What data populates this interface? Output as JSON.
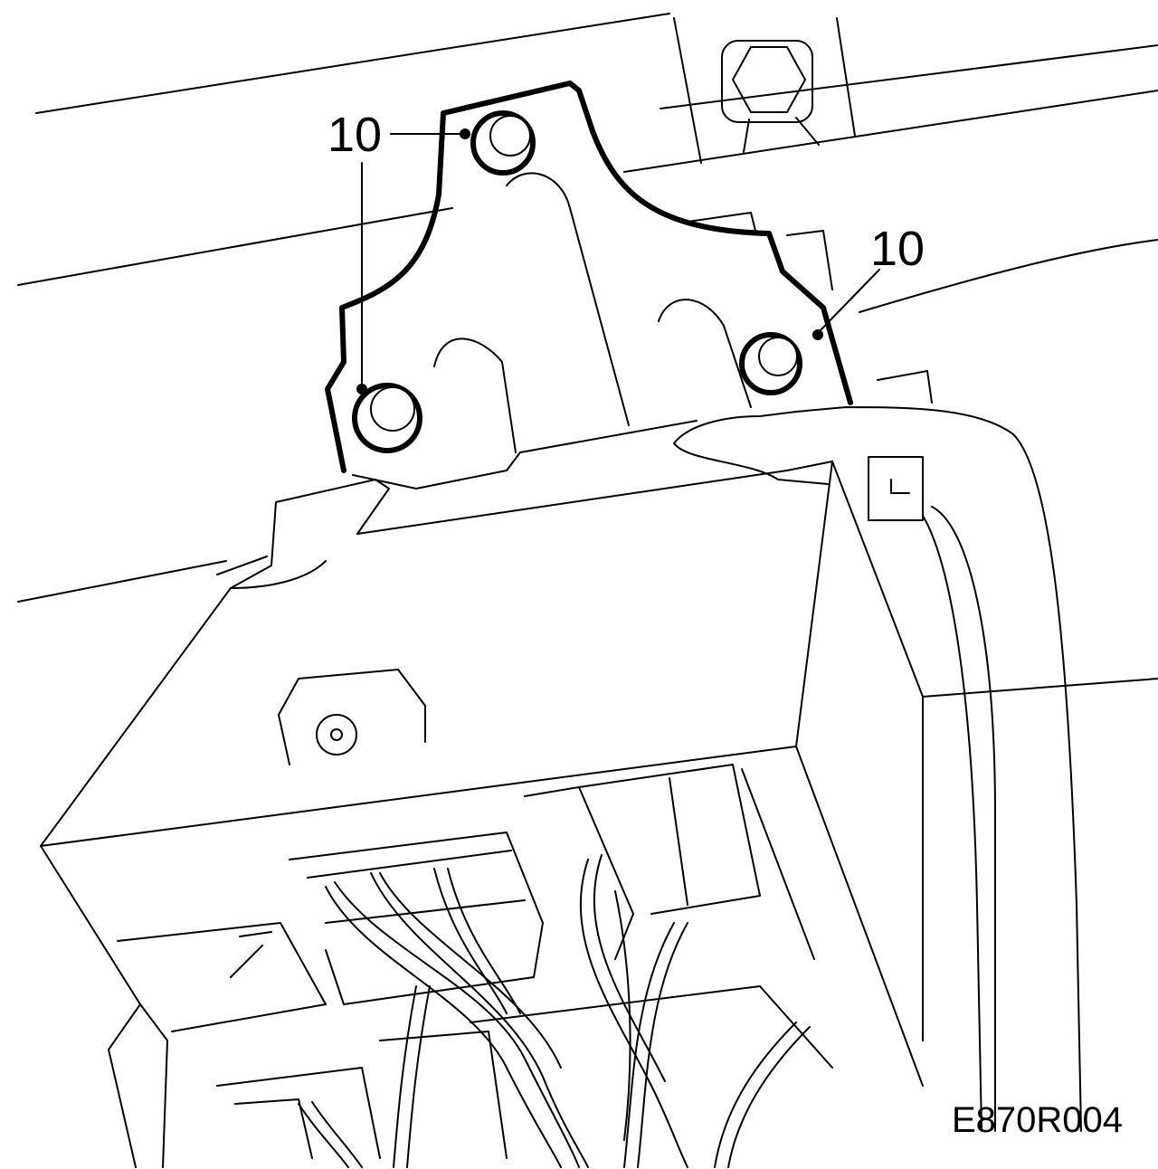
{
  "callouts": {
    "left_label": "10",
    "right_label": "10"
  },
  "figure_code": "E870R004",
  "colors": {
    "line": "#000000",
    "background": "#ffffff"
  }
}
